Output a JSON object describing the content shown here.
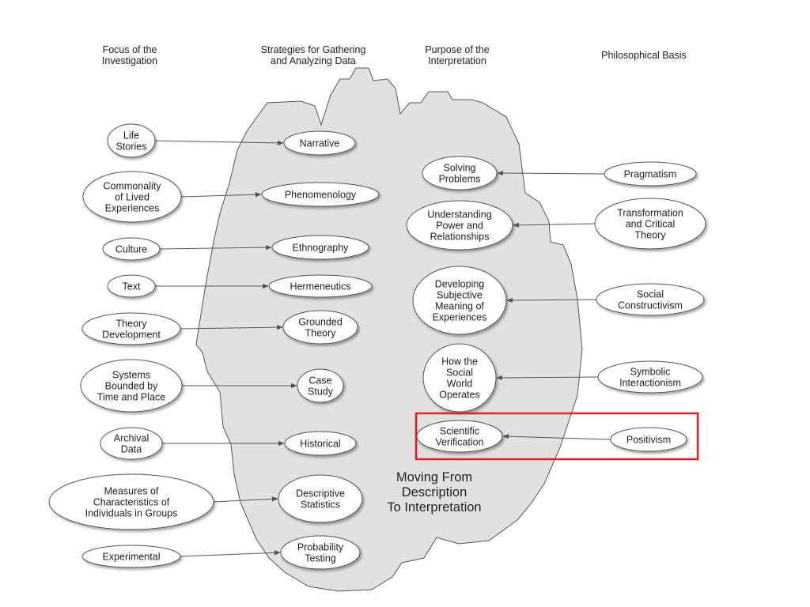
{
  "headers": {
    "focus": "Focus of the\nInvestigation",
    "strategies": "Strategies for Gathering\nand Analyzing Data",
    "purpose": "Purpose of the\nInterpretation",
    "philosophy": "Philosophical Basis"
  },
  "center_caption": [
    "Moving From",
    "Description",
    "To Interpretation"
  ],
  "focus_nodes": [
    {
      "id": "life-stories",
      "lines": [
        "Life",
        "Stories"
      ]
    },
    {
      "id": "commonality",
      "lines": [
        "Commonality",
        "of Lived",
        "Experiences"
      ]
    },
    {
      "id": "culture",
      "lines": [
        "Culture"
      ]
    },
    {
      "id": "text",
      "lines": [
        "Text"
      ]
    },
    {
      "id": "theory-development",
      "lines": [
        "Theory",
        "Development"
      ]
    },
    {
      "id": "systems-bounded",
      "lines": [
        "Systems",
        "Bounded by",
        "Time and Place"
      ]
    },
    {
      "id": "archival-data",
      "lines": [
        "Archival",
        "Data"
      ]
    },
    {
      "id": "measures",
      "lines": [
        "Measures of",
        "Characteristics of",
        "Individuals in Groups"
      ]
    },
    {
      "id": "experimental",
      "lines": [
        "Experimental"
      ]
    }
  ],
  "strategy_nodes": [
    {
      "id": "narrative",
      "lines": [
        "Narrative"
      ]
    },
    {
      "id": "phenomenology",
      "lines": [
        "Phenomenology"
      ]
    },
    {
      "id": "ethnography",
      "lines": [
        "Ethnography"
      ]
    },
    {
      "id": "hermeneutics",
      "lines": [
        "Hermeneutics"
      ]
    },
    {
      "id": "grounded-theory",
      "lines": [
        "Grounded",
        "Theory"
      ]
    },
    {
      "id": "case-study",
      "lines": [
        "Case",
        "Study"
      ]
    },
    {
      "id": "historical",
      "lines": [
        "Historical"
      ]
    },
    {
      "id": "descriptive-statistics",
      "lines": [
        "Descriptive",
        "Statistics"
      ]
    },
    {
      "id": "probability-testing",
      "lines": [
        "Probability",
        "Testing"
      ]
    }
  ],
  "purpose_nodes": [
    {
      "id": "solving-problems",
      "lines": [
        "Solving",
        "Problems"
      ]
    },
    {
      "id": "understanding-power",
      "lines": [
        "Understanding",
        "Power and",
        "Relationships"
      ]
    },
    {
      "id": "developing-meaning",
      "lines": [
        "Developing",
        "Subjective",
        "Meaning of",
        "Experiences"
      ]
    },
    {
      "id": "social-world",
      "lines": [
        "How the",
        "Social",
        "World",
        "Operates"
      ]
    },
    {
      "id": "scientific-verification",
      "lines": [
        "Scientific",
        "Verification"
      ]
    }
  ],
  "philosophy_nodes": [
    {
      "id": "pragmatism",
      "lines": [
        "Pragmatism"
      ]
    },
    {
      "id": "transformation",
      "lines": [
        "Transformation",
        "and Critical",
        "Theory"
      ]
    },
    {
      "id": "social-constructivism",
      "lines": [
        "Social",
        "Constructivism"
      ]
    },
    {
      "id": "symbolic-interactionism",
      "lines": [
        "Symbolic",
        "Interactionism"
      ]
    },
    {
      "id": "positivism",
      "lines": [
        "Positivism"
      ]
    }
  ],
  "highlight": {
    "target": "positivism-row",
    "color": "#e0201e"
  },
  "colors": {
    "blob_fill": "#e1e1e1",
    "blob_stroke": "#555555",
    "node_fill": "#ffffff",
    "line": "#555555"
  }
}
